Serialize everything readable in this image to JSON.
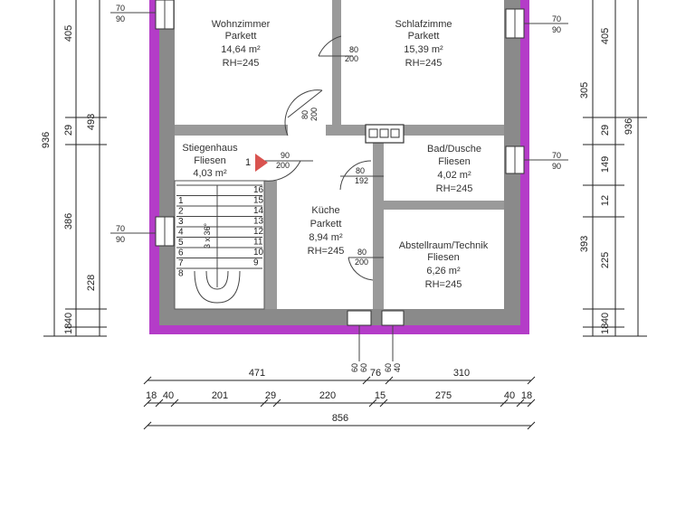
{
  "colors": {
    "outer_wall": "#b43cc8",
    "wall": "#8a8a8a",
    "inner_wall": "#9a9a9a",
    "room_fill": "#ffffff",
    "marker": "#d9534f",
    "line": "#222222"
  },
  "rooms": {
    "wohnzimmer": {
      "name": "Wohnzimmer",
      "floor": "Parkett",
      "area": "14,64 m²",
      "height": "RH=245"
    },
    "schlafzimmer": {
      "name": "Schlafzimme",
      "floor": "Parkett",
      "area": "15,39 m²",
      "height": "RH=245"
    },
    "stiegenhaus": {
      "name": "Stiegenhaus",
      "floor": "Fliesen",
      "area": "4,03 m²"
    },
    "bad": {
      "name": "Bad/Dusche",
      "floor": "Fliesen",
      "area": "4,02 m²",
      "height": "RH=245"
    },
    "kueche": {
      "name": "Küche",
      "floor": "Parkett",
      "area": "8,94 m²",
      "height": "RH=245"
    },
    "abstellraum": {
      "name": "Abstellraum/Technik",
      "floor": "Fliesen",
      "area": "6,26 m²",
      "height": "RH=245"
    }
  },
  "stair_marker_label": "1",
  "stair_steps_right": [
    "16",
    "15",
    "14",
    "13",
    "12",
    "11",
    "10",
    "9"
  ],
  "stair_steps_left": [
    "1",
    "2",
    "3",
    "4",
    "5",
    "6",
    "7",
    "8"
  ],
  "stair_angle_label": "3 x 36°",
  "doors": [
    {
      "w": "80",
      "h": "200"
    },
    {
      "w": "80",
      "h": "200"
    },
    {
      "w": "90",
      "h": "200"
    },
    {
      "w": "80",
      "h": "192"
    },
    {
      "w": "80",
      "h": "200"
    }
  ],
  "windows": {
    "top_left": {
      "w": "70",
      "h": "90"
    },
    "right_top": {
      "w": "70",
      "h": "90"
    },
    "right_bad": {
      "w": "70",
      "h": "90"
    },
    "left_mid": {
      "w": "70",
      "h": "90"
    },
    "bottom_1": {
      "w": "60",
      "h": "60"
    },
    "bottom_2": {
      "w": "60",
      "h": "40"
    }
  },
  "left_dims": {
    "outer": "936",
    "chain": [
      "405",
      "29",
      "386",
      "18",
      "40"
    ],
    "chain_inner": [
      "493",
      "228"
    ]
  },
  "right_dims": {
    "outer": "936",
    "chain": [
      "405",
      "29",
      "149",
      "12",
      "225",
      "18",
      "40"
    ],
    "chain_inner": [
      "305",
      "393"
    ]
  },
  "bottom_dims": {
    "row1": [
      "471",
      "76",
      "310"
    ],
    "row2": [
      "18",
      "40",
      "201",
      "29",
      "220",
      "15",
      "275",
      "40",
      "18"
    ],
    "total": "856"
  }
}
